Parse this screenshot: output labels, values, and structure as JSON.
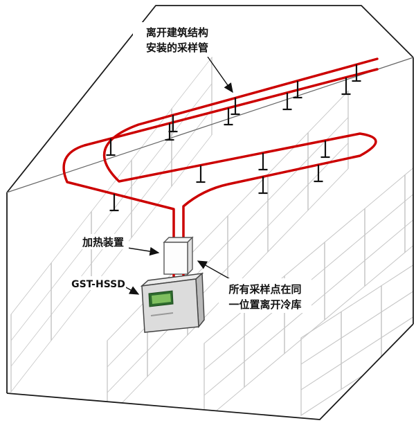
{
  "labels": {
    "pipe_install_line1": "离开建筑结构",
    "pipe_install_line2": "安装的采样管",
    "heater": "加热装置",
    "detector_model": "GST-HSSD",
    "drop_line1": "所有采样点在同",
    "drop_line2": "一位置离开冷库"
  },
  "colors": {
    "sampling_pipe": "#cc0000",
    "shelving": "#c6c6c6",
    "outline": "#1a1a1a",
    "sampling_point": "#111111",
    "detector_screen": "#7fbf5f"
  }
}
